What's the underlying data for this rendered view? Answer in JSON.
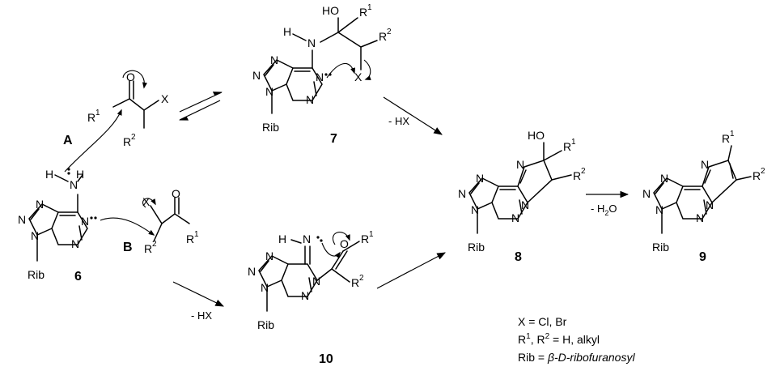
{
  "atoms": {
    "N": "N",
    "H": "H",
    "O": "O",
    "HO": "HO",
    "X": "X",
    "R": "R",
    "Rib": "Rib",
    "sup1": "1",
    "sup2": "2"
  },
  "pathways": {
    "a": "A",
    "b": "B"
  },
  "compounds": {
    "c6": "6",
    "c7": "7",
    "c8": "8",
    "c9": "9",
    "c10": "10"
  },
  "conditions": {
    "minus_hx": "- HX",
    "minus_h2o_prefix": "- H",
    "minus_h2o_sub": "2",
    "minus_h2o_suffix": "O"
  },
  "legend": {
    "x_def": "X = Cl, Br",
    "r_def_tail": " = H, alkyl",
    "rib_prefix": "Rib = ",
    "rib_def": "β-D-ribofuranosyl"
  }
}
